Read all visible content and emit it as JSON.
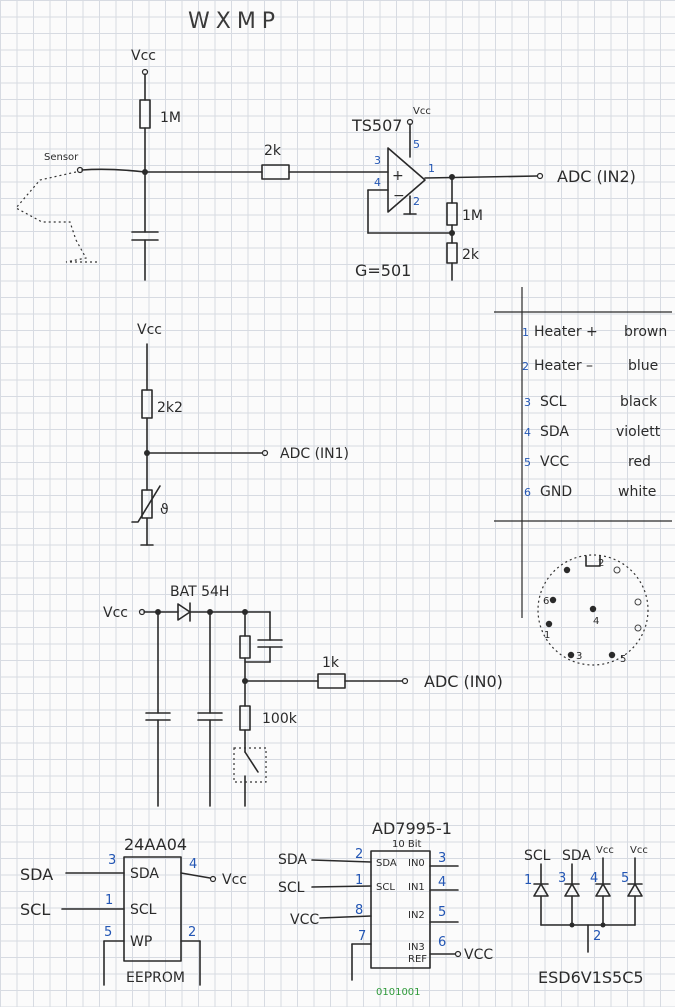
{
  "title": "WXMP",
  "sensor_stage": {
    "vcc": "Vcc",
    "r_pullup": "1M",
    "sensor": "Sensor",
    "r_series": "2k",
    "opamp": "TS507",
    "opamp_vcc": "Vcc",
    "pins": [
      "5",
      "3",
      "4",
      "1",
      "2"
    ],
    "r_feedback": "1M",
    "r_ground": "2k",
    "output": "ADC (IN2)",
    "gain": "G=501"
  },
  "ntc_stage": {
    "vcc": "Vcc",
    "resistor": "2k2",
    "output": "ADC (IN1)",
    "thermistor_symbol": "ϑ"
  },
  "supply_stage": {
    "vcc": "Vcc",
    "diode": "BAT 54H",
    "r_series": "1k",
    "r_divider": "100k",
    "output": "ADC (IN0)"
  },
  "wire_table": {
    "rows": [
      {
        "pin": "1",
        "signal": "Heater +",
        "color": "brown"
      },
      {
        "pin": "2",
        "signal": "Heater –",
        "color": "blue"
      },
      {
        "pin": "3",
        "signal": "SCL",
        "color": "black"
      },
      {
        "pin": "4",
        "signal": "SDA",
        "color": "violett"
      },
      {
        "pin": "5",
        "signal": "VCC",
        "color": "red"
      },
      {
        "pin": "6",
        "signal": "GND",
        "color": "white"
      }
    ]
  },
  "connector": {
    "pins": [
      "2",
      "6",
      "1",
      "4",
      "3",
      "5"
    ]
  },
  "eeprom": {
    "part": "24AA04",
    "label": "EEPROM",
    "sda": "SDA",
    "scl": "SCL",
    "pin_sda": "SDA",
    "pin_scl": "SCL",
    "pin_wp": "WP",
    "vcc": "Vcc",
    "numbers": [
      "3",
      "4",
      "1",
      "5",
      "2"
    ]
  },
  "adc_chip": {
    "part": "AD7995-1",
    "subtitle": "10 Bit",
    "sda": "SDA",
    "scl": "SCL",
    "vcc_in": "VCC",
    "vcc_out": "VCC",
    "pin_sda": "SDA",
    "pin_scl": "SCL",
    "in0": "IN0",
    "in1": "IN1",
    "in2": "IN2",
    "in3": "IN3",
    "ref": "REF",
    "numbers": [
      "2",
      "1",
      "8",
      "7",
      "3",
      "4",
      "5",
      "6"
    ],
    "address": "0101001"
  },
  "esd": {
    "part": "ESD6V1S5C5",
    "labels": [
      "SCL",
      "SDA",
      "Vcc",
      "Vcc"
    ],
    "numbers": [
      "1",
      "3",
      "4",
      "5",
      "2"
    ]
  },
  "colors": {
    "ink": "#2a2a2a",
    "pin_numbers": "#2356b4",
    "address": "#2f9a3a",
    "grid": "#d7dbe2"
  }
}
